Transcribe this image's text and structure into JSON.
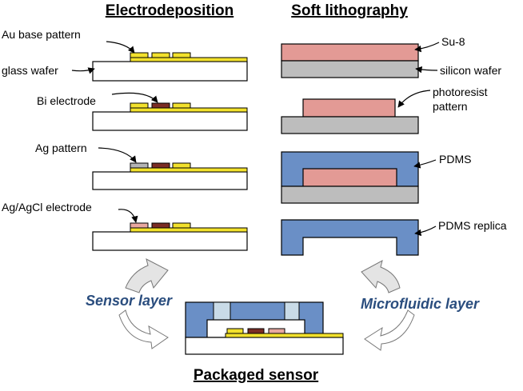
{
  "headings": {
    "electrodeposition": "Electrodeposition",
    "soft_lithography": "Soft lithography",
    "packaged_sensor": "Packaged sensor"
  },
  "electrodeposition_labels": {
    "au_base_pattern": "Au base pattern",
    "glass_wafer": "glass wafer",
    "bi_electrode": "Bi electrode",
    "ag_pattern": "Ag pattern",
    "ag_agcl_electrode": "Ag/AgCl electrode"
  },
  "soft_lithography_labels": {
    "su8": "Su-8",
    "silicon_wafer": "silicon wafer",
    "photoresist_line1": "photoresist",
    "photoresist_line2": "pattern",
    "pdms": "PDMS",
    "pdms_replica": "PDMS replica"
  },
  "side_labels": {
    "sensor_layer": "Sensor layer",
    "microfluidic_layer": "Microfluidic layer"
  },
  "colors": {
    "gold": "#f2e12c",
    "bismuth": "#7a2c24",
    "silver": "#b4b4b4",
    "agcl": "#e8a8a0",
    "su8": "#e39a95",
    "silicon": "#bdbdbd",
    "pdms": "#6a8fc6",
    "glass": "#ffffff",
    "port": "#c9dbe7",
    "side_text": "#2a4d7e"
  }
}
